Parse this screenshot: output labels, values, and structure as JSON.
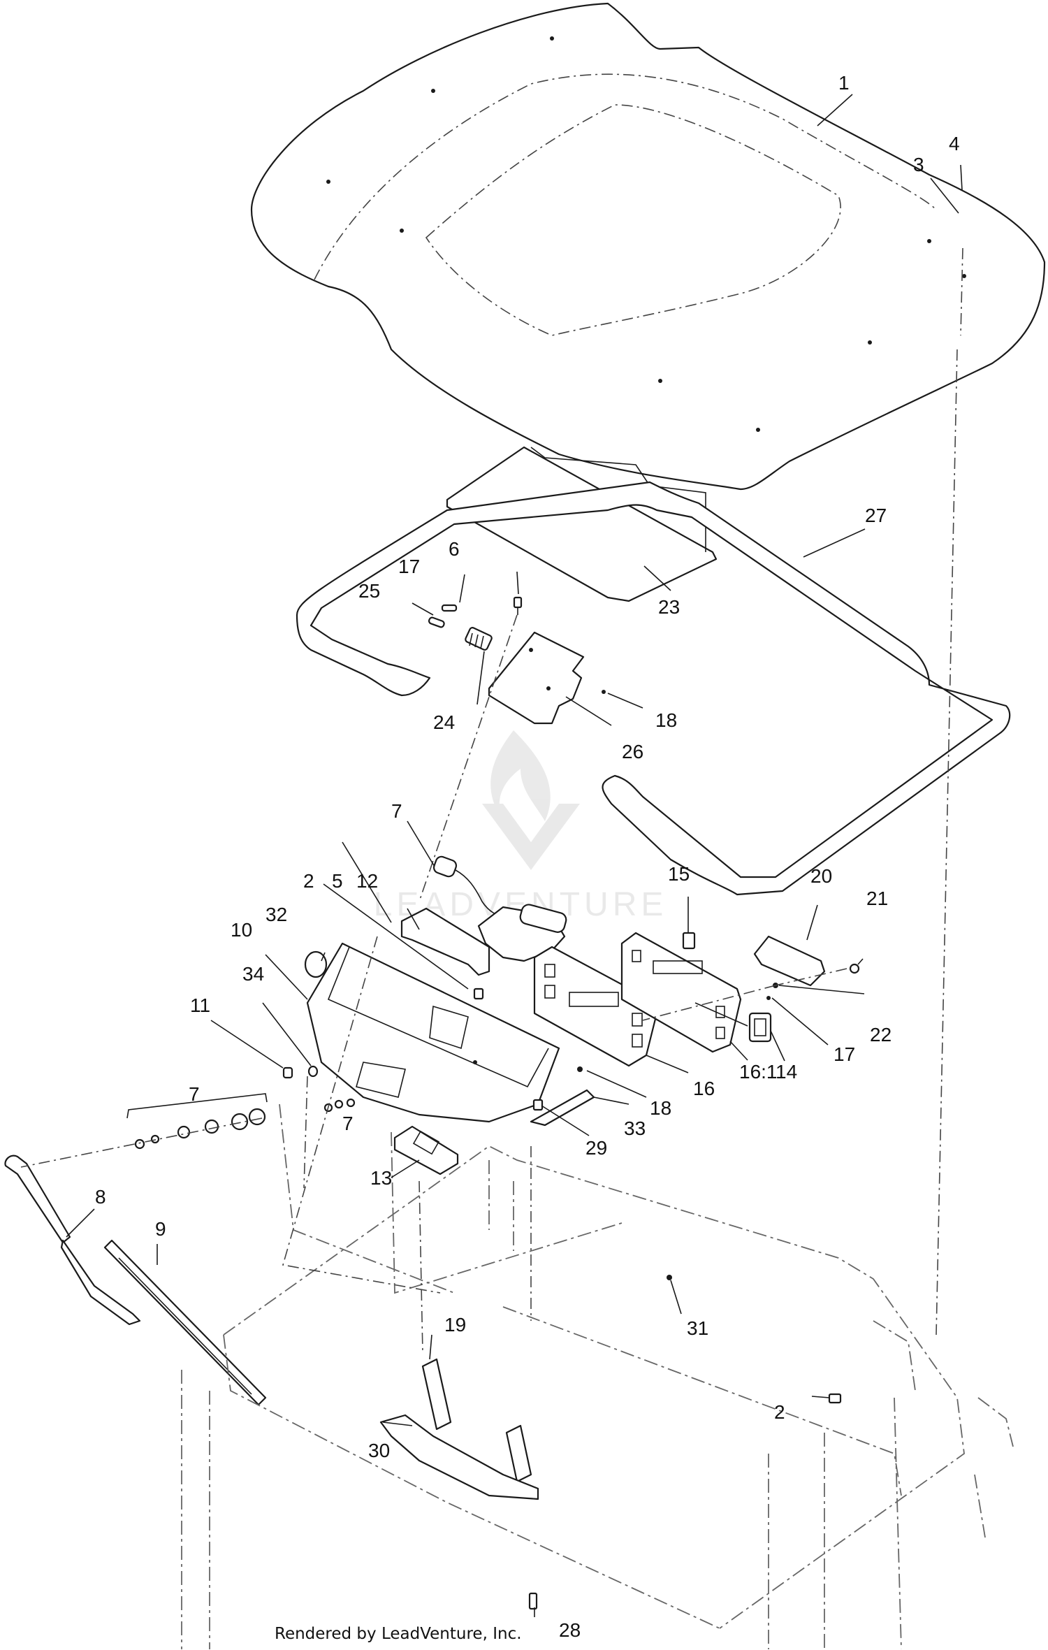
{
  "footer": {
    "credit": "Rendered by LeadVenture, Inc."
  },
  "watermark": {
    "text": "LEADVENTURE"
  },
  "callouts": [
    "1",
    "2",
    "2",
    "3",
    "4",
    "5",
    "6",
    "7",
    "7",
    "7",
    "8",
    "9",
    "10",
    "11",
    "12",
    "13",
    "14",
    "15",
    "16",
    "16:1",
    "17",
    "17",
    "18",
    "18",
    "19",
    "20",
    "21",
    "22",
    "23",
    "24",
    "25",
    "26",
    "27",
    "28",
    "29",
    "30",
    "31",
    "32",
    "33",
    "34"
  ]
}
